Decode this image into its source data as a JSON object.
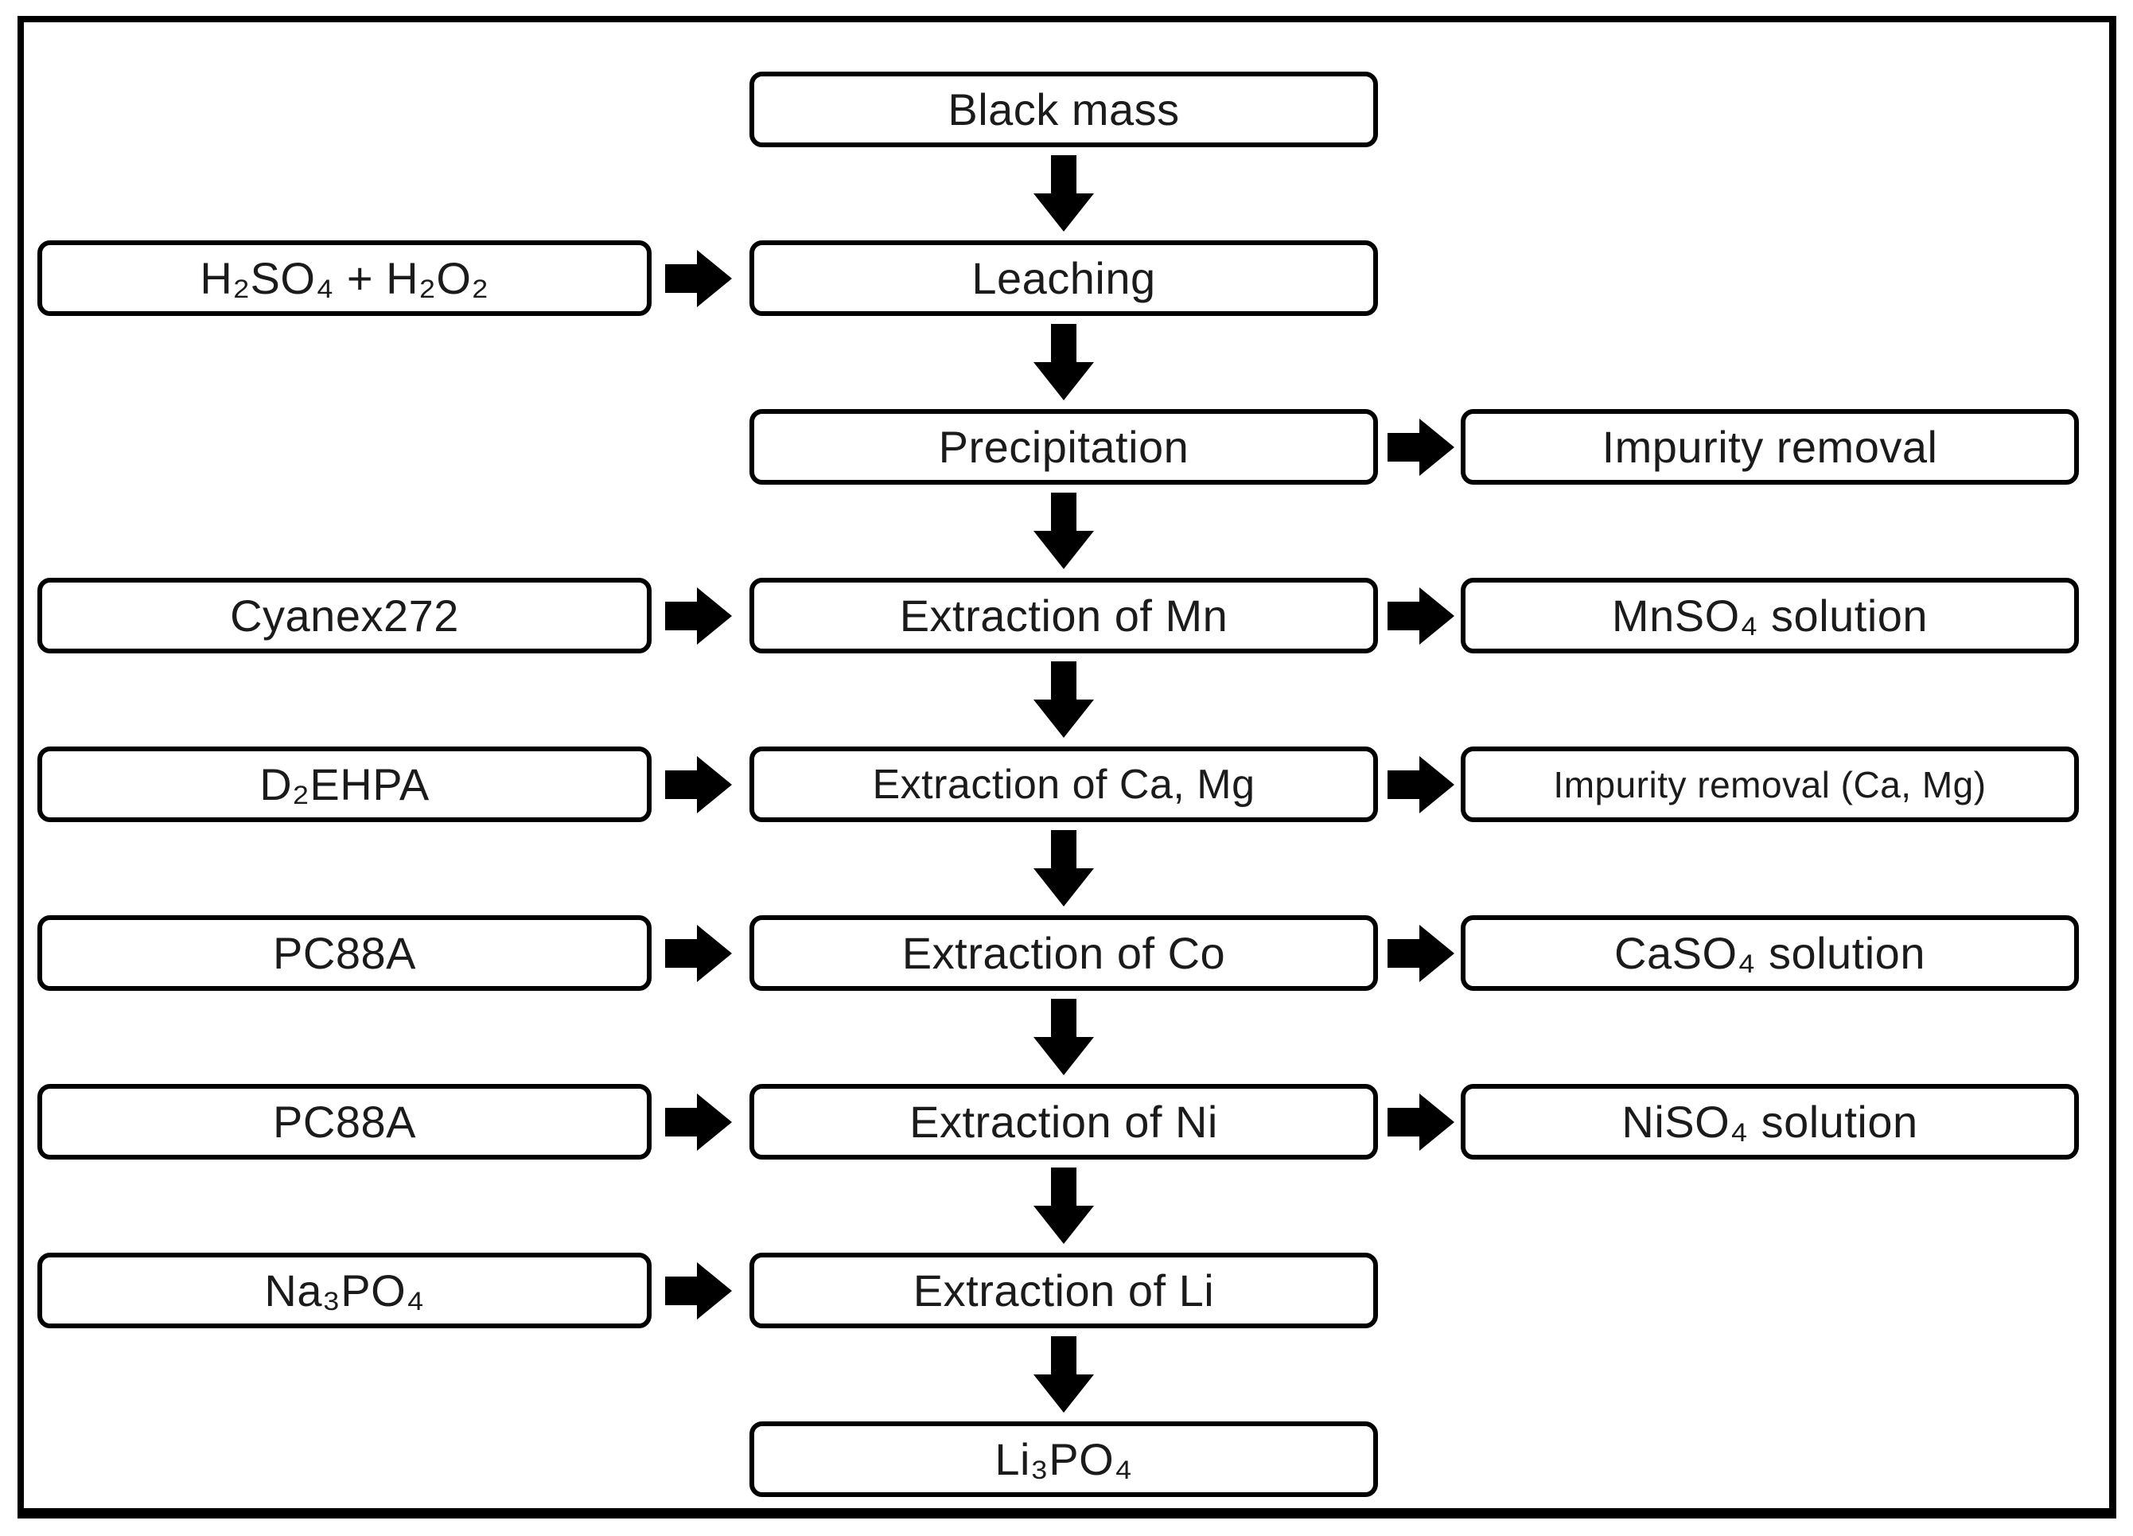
{
  "diagram": {
    "title": "Black mass hydrometallurgical recycling flowchart",
    "colors": {
      "border": "#000000",
      "background": "#ffffff",
      "text": "#1b1b1b"
    },
    "rows": [
      {
        "center": "Black mass"
      },
      {
        "left": "H₂SO₄ + H₂O₂",
        "center": "Leaching"
      },
      {
        "center": "Precipitation",
        "right": "Impurity removal"
      },
      {
        "left": "Cyanex272",
        "center": "Extraction of Mn",
        "right": "MnSO₄ solution"
      },
      {
        "left": "D₂EHPA",
        "center": "Extraction of Ca, Mg",
        "right": "Impurity removal (Ca, Mg)"
      },
      {
        "left": "PC88A",
        "center": "Extraction of Co",
        "right": "CaSO₄ solution"
      },
      {
        "left": "PC88A",
        "center": "Extraction of Ni",
        "right": "NiSO₄ solution"
      },
      {
        "left": "Na₃PO₄",
        "center": "Extraction of Li"
      },
      {
        "center": "Li₃PO₄"
      }
    ]
  }
}
